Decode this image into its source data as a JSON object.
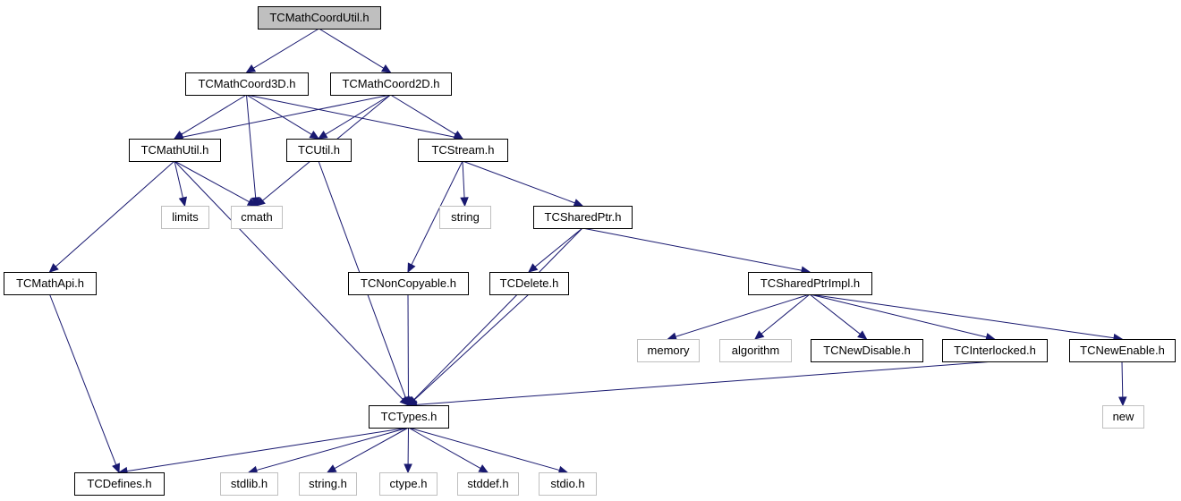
{
  "graph": {
    "colors": {
      "edge": "#191970",
      "root_fill": "#bfbfbf",
      "node_border": "#000000",
      "external_border": "#bfbfbf"
    },
    "nodes": {
      "TCMathCoordUtil": {
        "label": "TCMathCoordUtil.h",
        "kind": "root"
      },
      "TCMathCoord3D": {
        "label": "TCMathCoord3D.h",
        "kind": "internal"
      },
      "TCMathCoord2D": {
        "label": "TCMathCoord2D.h",
        "kind": "internal"
      },
      "TCMathUtil": {
        "label": "TCMathUtil.h",
        "kind": "internal"
      },
      "TCUtil": {
        "label": "TCUtil.h",
        "kind": "internal"
      },
      "TCStream": {
        "label": "TCStream.h",
        "kind": "internal"
      },
      "limits": {
        "label": "limits",
        "kind": "external"
      },
      "cmath": {
        "label": "cmath",
        "kind": "external"
      },
      "string": {
        "label": "string",
        "kind": "external"
      },
      "TCSharedPtr": {
        "label": "TCSharedPtr.h",
        "kind": "internal"
      },
      "TCMathApi": {
        "label": "TCMathApi.h",
        "kind": "internal"
      },
      "TCNonCopyable": {
        "label": "TCNonCopyable.h",
        "kind": "internal"
      },
      "TCDelete": {
        "label": "TCDelete.h",
        "kind": "internal"
      },
      "TCSharedPtrImpl": {
        "label": "TCSharedPtrImpl.h",
        "kind": "internal"
      },
      "memory": {
        "label": "memory",
        "kind": "external"
      },
      "algorithm": {
        "label": "algorithm",
        "kind": "external"
      },
      "TCNewDisable": {
        "label": "TCNewDisable.h",
        "kind": "internal"
      },
      "TCInterlocked": {
        "label": "TCInterlocked.h",
        "kind": "internal"
      },
      "TCNewEnable": {
        "label": "TCNewEnable.h",
        "kind": "internal"
      },
      "new": {
        "label": "new",
        "kind": "external"
      },
      "TCTypes": {
        "label": "TCTypes.h",
        "kind": "internal"
      },
      "TCDefines": {
        "label": "TCDefines.h",
        "kind": "internal"
      },
      "stdlib": {
        "label": "stdlib.h",
        "kind": "external"
      },
      "string_h": {
        "label": "string.h",
        "kind": "external"
      },
      "ctype": {
        "label": "ctype.h",
        "kind": "external"
      },
      "stddef": {
        "label": "stddef.h",
        "kind": "external"
      },
      "stdio": {
        "label": "stdio.h",
        "kind": "external"
      }
    },
    "edges": [
      [
        "TCMathCoordUtil",
        "TCMathCoord3D"
      ],
      [
        "TCMathCoordUtil",
        "TCMathCoord2D"
      ],
      [
        "TCMathCoord3D",
        "TCMathUtil"
      ],
      [
        "TCMathCoord3D",
        "cmath"
      ],
      [
        "TCMathCoord3D",
        "TCUtil"
      ],
      [
        "TCMathCoord3D",
        "TCStream"
      ],
      [
        "TCMathCoord2D",
        "TCMathUtil"
      ],
      [
        "TCMathCoord2D",
        "TCUtil"
      ],
      [
        "TCMathCoord2D",
        "cmath"
      ],
      [
        "TCMathCoord2D",
        "TCStream"
      ],
      [
        "TCMathUtil",
        "limits"
      ],
      [
        "TCMathUtil",
        "cmath"
      ],
      [
        "TCMathUtil",
        "TCMathApi"
      ],
      [
        "TCMathUtil",
        "TCTypes"
      ],
      [
        "TCUtil",
        "TCTypes"
      ],
      [
        "TCStream",
        "string"
      ],
      [
        "TCStream",
        "TCNonCopyable"
      ],
      [
        "TCStream",
        "TCSharedPtr"
      ],
      [
        "TCSharedPtr",
        "TCDelete"
      ],
      [
        "TCSharedPtr",
        "TCTypes"
      ],
      [
        "TCSharedPtr",
        "TCSharedPtrImpl"
      ],
      [
        "TCMathApi",
        "TCDefines"
      ],
      [
        "TCNonCopyable",
        "TCTypes"
      ],
      [
        "TCDelete",
        "TCTypes"
      ],
      [
        "TCSharedPtrImpl",
        "memory"
      ],
      [
        "TCSharedPtrImpl",
        "algorithm"
      ],
      [
        "TCSharedPtrImpl",
        "TCNewDisable"
      ],
      [
        "TCSharedPtrImpl",
        "TCInterlocked"
      ],
      [
        "TCSharedPtrImpl",
        "TCNewEnable"
      ],
      [
        "TCInterlocked",
        "TCTypes"
      ],
      [
        "TCNewEnable",
        "new"
      ],
      [
        "TCTypes",
        "TCDefines"
      ],
      [
        "TCTypes",
        "stdlib"
      ],
      [
        "TCTypes",
        "string_h"
      ],
      [
        "TCTypes",
        "ctype"
      ],
      [
        "TCTypes",
        "stddef"
      ],
      [
        "TCTypes",
        "stdio"
      ]
    ]
  }
}
